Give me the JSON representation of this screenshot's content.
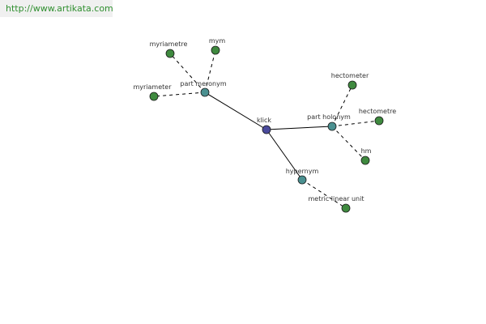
{
  "watermark": "http://www.artikata.com",
  "colors": {
    "center": "#4a4a9c",
    "relation": "#4a9090",
    "leaf": "#3f8a3f"
  },
  "nodes": {
    "center": "klick",
    "part_meronym": "part meronym",
    "part_holonym": "part holonym",
    "hypernym": "hypernym",
    "myriametre": "myriametre",
    "mym": "mym",
    "myriameter": "myriameter",
    "hectometer": "hectometer",
    "hectometre": "hectometre",
    "hm": "hm",
    "metric_linear_unit": "metric linear unit"
  }
}
